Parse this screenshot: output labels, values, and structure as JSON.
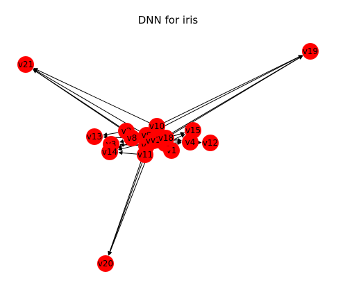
{
  "title": "DNN for iris",
  "colors": {
    "node": "#ff0000",
    "edge": "#000000",
    "label": "#000000"
  },
  "nodes": [
    {
      "id": "v1",
      "label": "v1"
    },
    {
      "id": "v2",
      "label": "v2"
    },
    {
      "id": "v3",
      "label": "v3"
    },
    {
      "id": "v4",
      "label": "v4"
    },
    {
      "id": "v5",
      "label": "v5"
    },
    {
      "id": "v6",
      "label": "v6"
    },
    {
      "id": "v7",
      "label": "v7"
    },
    {
      "id": "v8",
      "label": "v8"
    },
    {
      "id": "v9",
      "label": "v9"
    },
    {
      "id": "v10",
      "label": "v10"
    },
    {
      "id": "v11",
      "label": "v11"
    },
    {
      "id": "v12",
      "label": "v12"
    },
    {
      "id": "v13",
      "label": "v13"
    },
    {
      "id": "v14",
      "label": "v14"
    },
    {
      "id": "v15",
      "label": "v15"
    },
    {
      "id": "v16",
      "label": "v16"
    },
    {
      "id": "v17",
      "label": "v17"
    },
    {
      "id": "v18",
      "label": "v18"
    },
    {
      "id": "v19",
      "label": "v19"
    },
    {
      "id": "v20",
      "label": "v20"
    },
    {
      "id": "v21",
      "label": "v21"
    }
  ],
  "edges": [
    [
      "v2",
      "v21"
    ],
    [
      "v9",
      "v21"
    ],
    [
      "v7",
      "v21"
    ],
    [
      "v10",
      "v21"
    ],
    [
      "v10",
      "v19"
    ],
    [
      "v9",
      "v19"
    ],
    [
      "v18",
      "v19"
    ],
    [
      "v6",
      "v19"
    ],
    [
      "v11",
      "v20"
    ],
    [
      "v7",
      "v20"
    ],
    [
      "v16",
      "v20"
    ],
    [
      "v18",
      "v15"
    ],
    [
      "v6",
      "v15"
    ],
    [
      "v5",
      "v15"
    ],
    [
      "v18",
      "v4"
    ],
    [
      "v6",
      "v4"
    ],
    [
      "v5",
      "v4"
    ],
    [
      "v4",
      "v12"
    ],
    [
      "v2",
      "v13"
    ],
    [
      "v8",
      "v13"
    ],
    [
      "v9",
      "v3"
    ],
    [
      "v7",
      "v3"
    ],
    [
      "v9",
      "v14"
    ],
    [
      "v11",
      "v14"
    ],
    [
      "v16",
      "v14"
    ],
    [
      "v10",
      "v1"
    ],
    [
      "v18",
      "v1"
    ],
    [
      "v17",
      "v5"
    ]
  ]
}
